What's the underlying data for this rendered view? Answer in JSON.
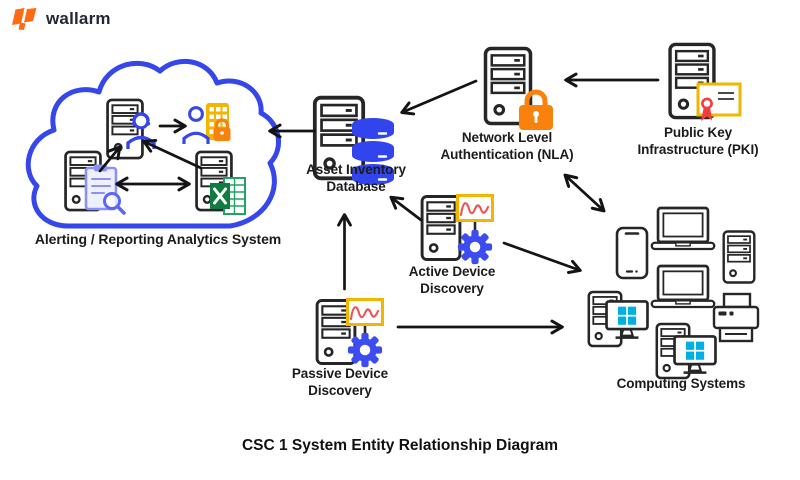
{
  "brand": {
    "name": "wallarm",
    "logo_color": "#ff6a12"
  },
  "diagram_title": "CSC 1 System Entity Relationship Diagram",
  "nodes": {
    "analytics_cloud": {
      "label": "Alerting / Reporting Analytics System",
      "icons": [
        "admin-server-with-operator",
        "secure-user-keypad-lock",
        "report-search-server",
        "spreadsheet-export-server"
      ]
    },
    "asset_db": {
      "line1": "Asset Inventory",
      "line2": "Database",
      "icon": "server-with-database"
    },
    "nla": {
      "line1": "Network Level",
      "line2": "Authentication (NLA)",
      "icon": "server-with-lock"
    },
    "pki": {
      "line1": "Public Key",
      "line2": "Infrastructure (PKI)",
      "icon": "server-with-certificate"
    },
    "active_discovery": {
      "line1": "Active Device",
      "line2": "Discovery",
      "icon": "server-with-waveform-and-gear"
    },
    "passive_discovery": {
      "line1": "Passive Device",
      "line2": "Discovery",
      "icon": "server-with-waveform-and-gear"
    },
    "computing": {
      "label": "Computing Systems",
      "devices": [
        "smartphone",
        "laptop",
        "laptop",
        "desktop-tower",
        "printer",
        "workstation-with-windows-monitor",
        "workstation-with-windows-monitor"
      ]
    }
  },
  "edges": [
    {
      "from": "Public Key Infrastructure (PKI)",
      "to": "Network Level Authentication (NLA)",
      "bidirectional": false
    },
    {
      "from": "Network Level Authentication (NLA)",
      "to": "Asset Inventory Database",
      "bidirectional": false
    },
    {
      "from": "Asset Inventory Database",
      "to": "Alerting / Reporting Analytics System",
      "bidirectional": false
    },
    {
      "from": "Active Device Discovery",
      "to": "Asset Inventory Database",
      "bidirectional": false
    },
    {
      "from": "Passive Device Discovery",
      "to": "Asset Inventory Database",
      "bidirectional": false
    },
    {
      "from": "Active Device Discovery",
      "to": "Computing Systems",
      "bidirectional": false
    },
    {
      "from": "Passive Device Discovery",
      "to": "Computing Systems",
      "bidirectional": false
    },
    {
      "from": "Network Level Authentication (NLA)",
      "to": "Computing Systems",
      "bidirectional": true
    },
    {
      "from": "admin-server",
      "to": "secure-user",
      "bidirectional": false,
      "within": "analytics_cloud"
    },
    {
      "from": "report-search-server",
      "to": "admin-server",
      "bidirectional": false,
      "within": "analytics_cloud"
    },
    {
      "from": "spreadsheet-export-server",
      "to": "admin-server",
      "bidirectional": false,
      "within": "analytics_cloud"
    },
    {
      "from": "report-search-server",
      "to": "spreadsheet-export-server",
      "bidirectional": true,
      "within": "analytics_cloud"
    }
  ],
  "colors": {
    "cloud_blue": "#3546eb",
    "database_blue": "#3244ee",
    "gear_blue": "#3d4cf0",
    "lock_orange": "#f8820c",
    "cert_yellow": "#f4b400",
    "waveform_red": "#ef5350",
    "ribbon_red": "#f23d3d",
    "excel_green": "#107c41",
    "windows_cyan": "#00b0e3",
    "outline_dark": "#262626",
    "doc_periwinkle": "#8a93f5"
  }
}
